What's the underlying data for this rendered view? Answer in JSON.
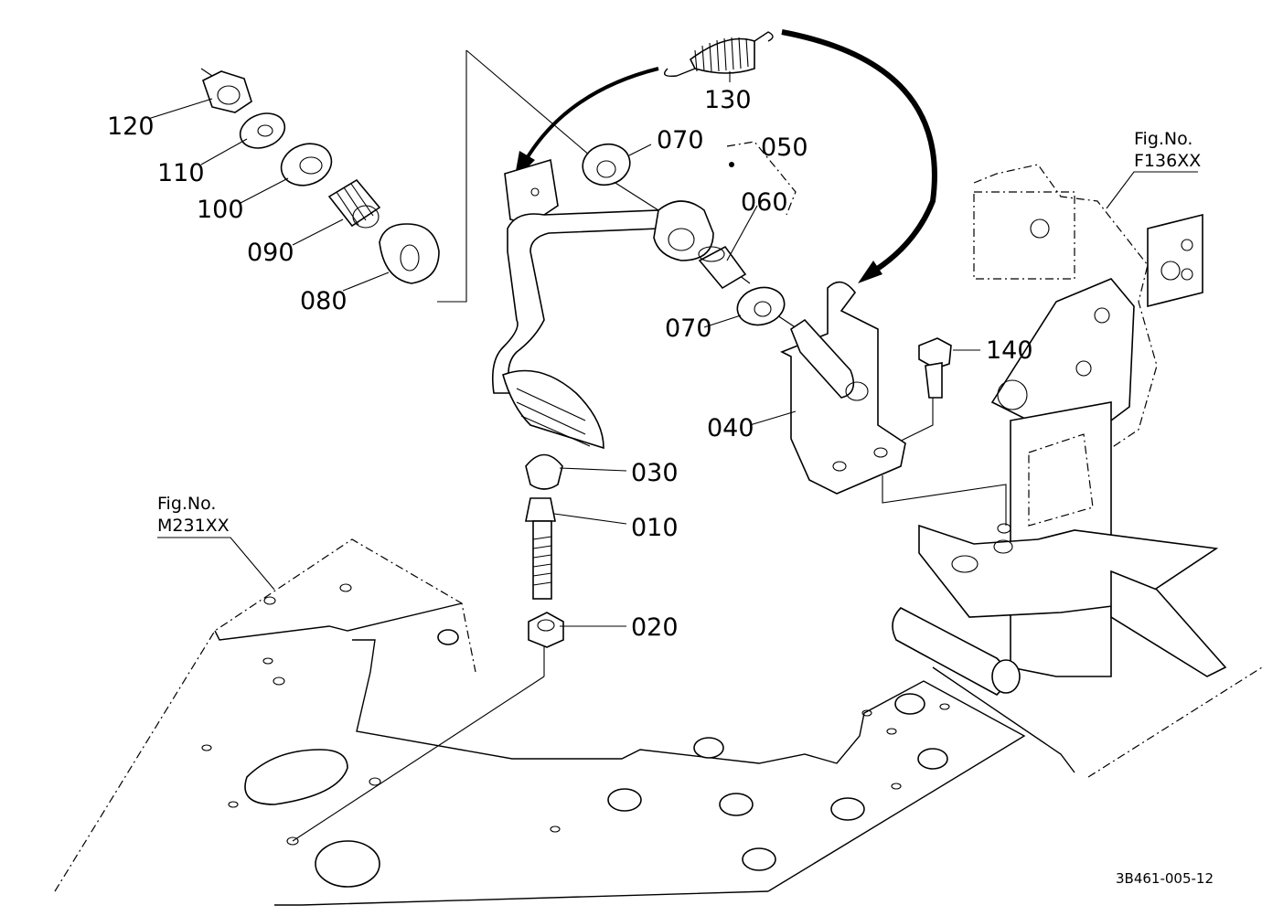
{
  "parts": [
    {
      "id": "p120",
      "label": "120"
    },
    {
      "id": "p110",
      "label": "110"
    },
    {
      "id": "p100",
      "label": "100"
    },
    {
      "id": "p090",
      "label": "090"
    },
    {
      "id": "p080",
      "label": "080"
    },
    {
      "id": "p130",
      "label": "130"
    },
    {
      "id": "p070a",
      "label": "070"
    },
    {
      "id": "p050",
      "label": "050"
    },
    {
      "id": "p060",
      "label": "060"
    },
    {
      "id": "p070b",
      "label": "070"
    },
    {
      "id": "p140",
      "label": "140"
    },
    {
      "id": "p040",
      "label": "040"
    },
    {
      "id": "p030",
      "label": "030"
    },
    {
      "id": "p010",
      "label": "010"
    },
    {
      "id": "p020",
      "label": "020"
    }
  ],
  "references": [
    {
      "id": "ref1",
      "title": "Fig.No.",
      "code": "F136XX"
    },
    {
      "id": "ref2",
      "title": "Fig.No.",
      "code": "M231XX"
    }
  ],
  "drawing_code": "3B461-005-12"
}
